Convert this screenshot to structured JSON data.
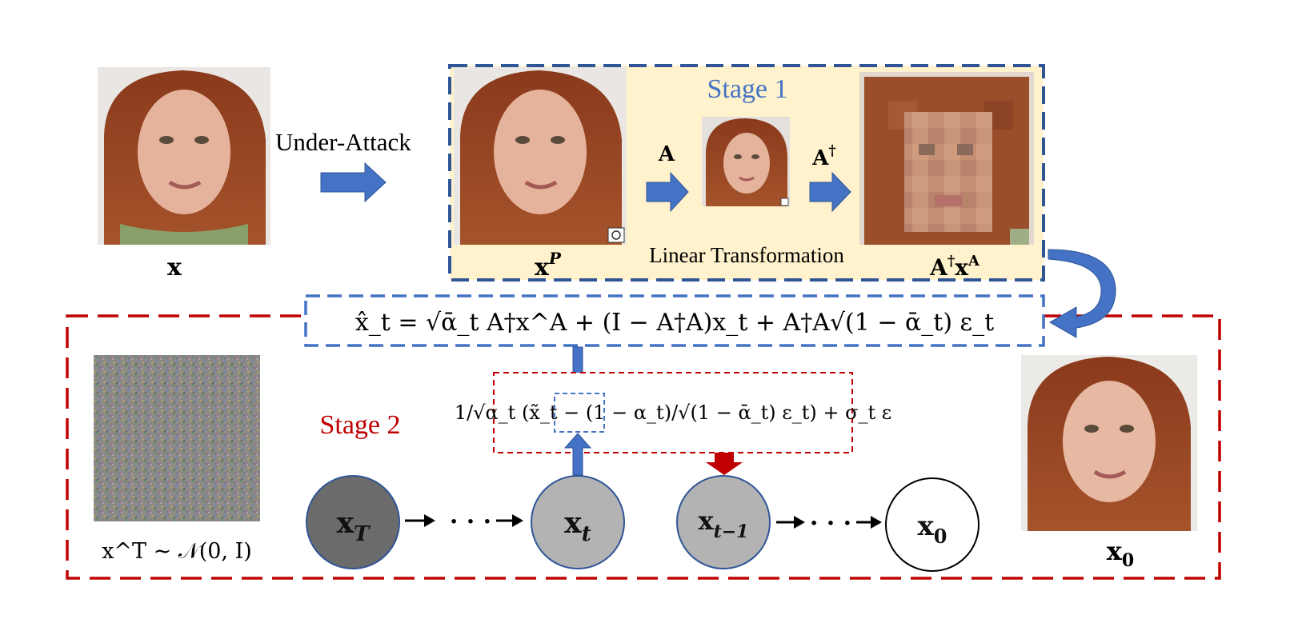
{
  "labels": {
    "input_image": "x",
    "under_attack": "Under-Attack",
    "stage1_title": "Stage 1",
    "poisoned_image_base": "x",
    "poisoned_image_sup": "P",
    "op_A": "A",
    "op_A_pinv_base": "A",
    "op_A_pinv_sup": "†",
    "linear_transformation": "Linear Transformation",
    "recon_A": "A",
    "recon_dagger": "†",
    "recon_x": "x",
    "recon_sup": "A",
    "stage2_title": "Stage 2",
    "noise_label": "x^T ~ 𝒩(0, I)",
    "output_image_base": "x",
    "output_image_sub": "0"
  },
  "equation_main": "x̂_t = √ᾱ_t A†x^A + (I − A†A)x_t + A†A√(1 − ᾱ_t) ε_t",
  "equation_update": "1/√α_t (x̃_t − (1 − α_t)/√(1 − ᾱ_t) ε_t) + σ_t ε",
  "chain_nodes": [
    {
      "base": "x",
      "sub": "T",
      "fill": "#6b6b6b"
    },
    {
      "base": "x",
      "sub": "t",
      "fill": "#b3b3b3"
    },
    {
      "base": "x",
      "sub": "t−1",
      "fill": "#b3b3b3"
    },
    {
      "base": "x",
      "sub": "0",
      "fill": "#ffffff"
    }
  ],
  "colors": {
    "stage1_border": "#2f5597",
    "stage1_fill": "#fff2cc",
    "stage1_text": "#4472c4",
    "stage2_border": "#c00000",
    "stage2_text": "#c00000",
    "arrow_blue": "#4472c4",
    "arrow_red": "#c00000"
  }
}
